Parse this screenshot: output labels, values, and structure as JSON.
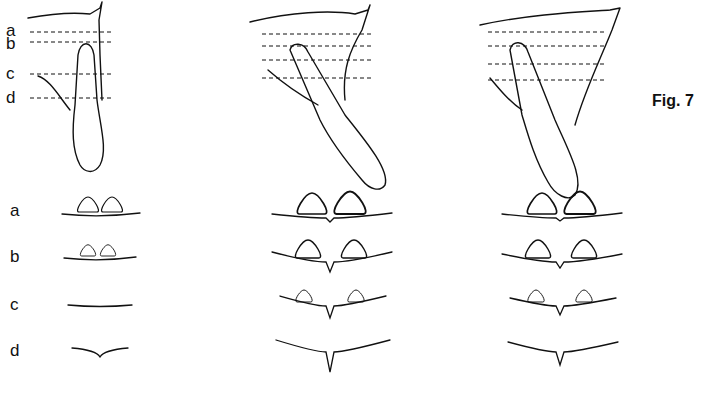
{
  "diagram": {
    "labels": [
      "a",
      "b",
      "c",
      "d",
      "a",
      "b",
      "c",
      "d",
      "Fig. 7"
    ]
  }
}
